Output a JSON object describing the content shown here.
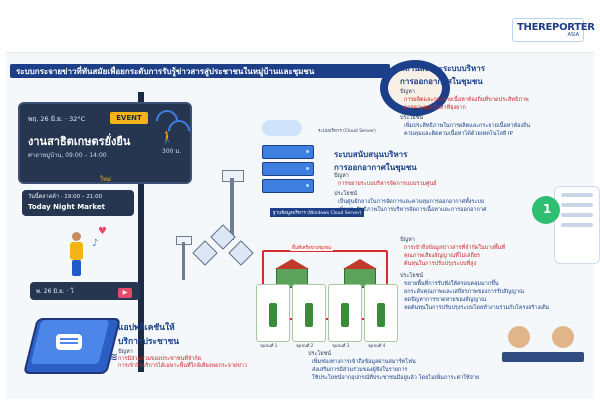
{
  "logo": {
    "main": "THEREPORTER",
    "sub": "ASIA"
  },
  "title": "ระบบกระจายข่าวที่ทันสมัยเพื่อยกระดับการรับรู้ข่าวสารสู่ประชาชนในหมู่บ้านและชุมชน",
  "signboard": {
    "date": "พฤ. 26 มิ.ย. · 32°C",
    "event_badge": "EVENT",
    "event_name": "งานสาธิตเกษตรยั่งยืน",
    "distance": "300 ม.",
    "place_time": "ศาลาหมู่บ้าน, 09:00 – 14:00",
    "next_line": "วันนี้ตลาดค้า · 19:00 – 21:00",
    "next_name": "Today Night Market",
    "third_line": "พ. 26 มิ.ย. ·  โ"
  },
  "sections": {
    "broadcast": {
      "title_l1": "สถานีส่งและระบบบริหาร",
      "title_l2": "การออกอากาศในชุมชน",
      "problem_label": "ปัญหา",
      "problems": [
        "การผลิตและกระจายเนื้อหาท้องถิ่นที่ขาดประสิทธิภาพ",
        "การควบคุมเนื้อหาที่ยุ่งยาก"
      ],
      "benefit_label": "ประโยชน์",
      "benefits": [
        "เพิ่มประสิทธิภาพในการผลิตและกระจายเนื้อหาท้องถิ่น",
        "ควบคุมและติดตามเนื้อหาได้ด้วยเทคโนโลยี IP"
      ]
    },
    "support": {
      "title_l1": "ระบบสนับสนุนบริหาร",
      "title_l2": "การออกอากาศในชุมชน",
      "problem_label": "ปัญหา",
      "problems": [
        "การขยายระบบบริหารจัดการแบบรวมศูนย์"
      ],
      "benefit_label": "ประโยชน์",
      "benefits": [
        "เป็นศูนย์กลางในการจัดการและควบคุมการออกอากาศทั้งระบบ",
        "เพิ่มประสิทธิภาพในการบริหารจัดการเนื้อหาและการออกอากาศ"
      ]
    },
    "speaker": {
      "problem_label": "ปัญหา",
      "problems": [
        "การเข้าถึงข้อมูลข่าวสารที่จำกัดในบางพื้นที่",
        "คุณภาพเสียงสัญญาณที่ไม่เสถียร",
        "ต้นทุนในการปรับปรุงระบบที่สูง"
      ],
      "benefit_label": "ประโยชน์",
      "benefits": [
        "ขยายพื้นที่การรับฟังให้ครอบคลุมมากขึ้น",
        "ยกระดับคุณภาพและเสถียรภาพของการรับสัญญาณ",
        "ลดปัญหาการขาดหายของสัญญาณ",
        "ลดต้นทุนในการปรับปรุงระบบโดยทำงานร่วมกับโครงสร้างเดิม"
      ]
    },
    "house": {
      "benefit_label": "ประโยชน์",
      "benefits": [
        "เพิ่มช่องทางการเข้าถึงข้อมูลผ่านสมาร์ทโฟน",
        "ส่งเสริมการมีส่วนร่วมของผู้ฟังในรายการ",
        "ใช้ประโยชน์จากอุปกรณ์ที่ประชาชนมีอยู่แล้ว โดยไม่เพิ่มภาระค่าใช้จ่าย"
      ]
    },
    "app": {
      "title_l1": "แอปพลิเคชันให้",
      "title_l2": "บริการประชาชน",
      "problem_label": "ปัญหา",
      "problems": [
        "การมีส่วนร่วมของประชาชนที่จำกัด",
        "การเข้าถึงบริการได้เฉพาะพื้นที่ใกล้เคียงหอกระจายข่าว"
      ]
    }
  },
  "labels": {
    "cloud": "ระบบบริหาร (Cloud Server)",
    "db": "ฐานข้อมูลบริหาร (Windows Cloud Server)",
    "network": "พื้นที่เครือข่ายชุมชน",
    "night_market_tag": "ใหม่",
    "villager": [
      "ชุมชนที่ 1",
      "ชุมชนที่ 2",
      "ชุมชนที่ 3",
      "ชุมชนที่ 4"
    ]
  },
  "colors": {
    "navy": "#1c3f87",
    "problem": "#c62828",
    "accent": "#f2b416"
  }
}
